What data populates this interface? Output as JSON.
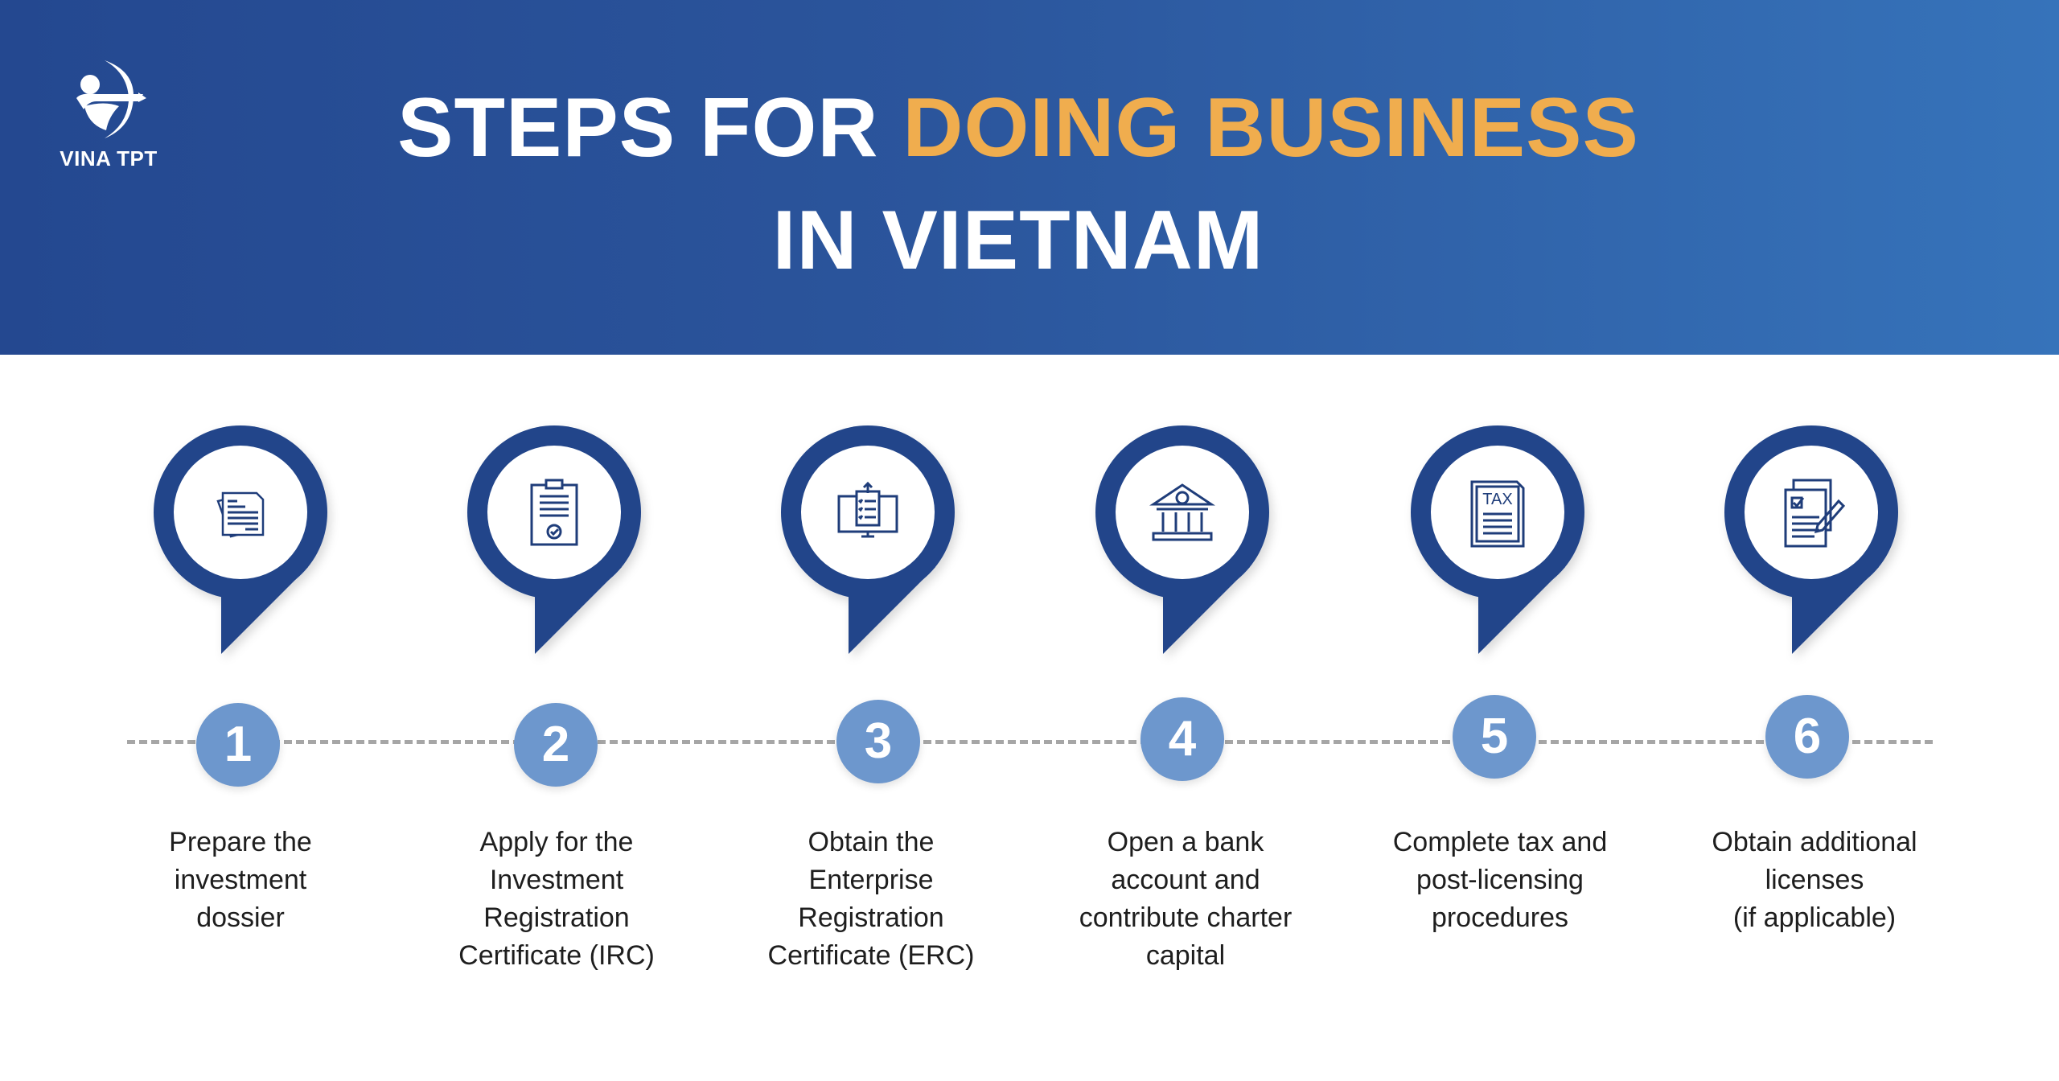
{
  "brand": {
    "name": "VINA TPT"
  },
  "header": {
    "title_part1": "STEPS FOR ",
    "title_highlight": "DOING BUSINESS",
    "title_line2": "IN VIETNAM"
  },
  "colors": {
    "pin": "#22458a",
    "number": "#6d97cd",
    "accent": "#f0ad4e"
  },
  "steps": [
    {
      "number": "1",
      "icon": "documents-icon",
      "lines": [
        "Prepare the",
        "investment",
        "dossier"
      ]
    },
    {
      "number": "2",
      "icon": "clipboard-check-icon",
      "lines": [
        "Apply for the",
        "Investment",
        "Registration",
        "Certificate (IRC)"
      ]
    },
    {
      "number": "3",
      "icon": "monitor-checklist-icon",
      "lines": [
        "Obtain the",
        "Enterprise",
        "Registration",
        "Certificate (ERC)"
      ]
    },
    {
      "number": "4",
      "icon": "bank-icon",
      "lines": [
        "Open a bank",
        "account and",
        "contribute charter",
        "capital"
      ]
    },
    {
      "number": "5",
      "icon": "tax-document-icon",
      "lines": [
        "Complete tax and",
        "post-licensing",
        "procedures"
      ]
    },
    {
      "number": "6",
      "icon": "license-document-pen-icon",
      "lines": [
        "Obtain additional",
        "licenses",
        "(if applicable)"
      ]
    }
  ]
}
